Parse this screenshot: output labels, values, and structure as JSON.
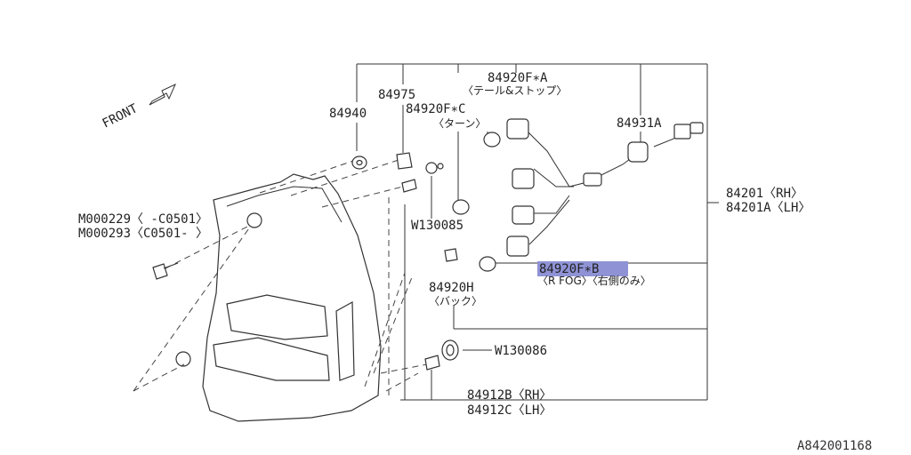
{
  "diagram": {
    "front_label": "FRONT",
    "code": "A842001168",
    "colors": {
      "highlight": "#8f93d6",
      "ink": "#222222"
    },
    "callouts": {
      "p84940": "84940",
      "p84975": "84975",
      "p84920FA": "84920F∗A",
      "p84920FA_note": "〈テール&ストップ〉",
      "p84920FC": "84920F∗C",
      "p84920FC_note": "〈ターン〉",
      "p84931A": "84931A",
      "p84201": "84201〈RH〉",
      "p84201A": "84201A〈LH〉",
      "m000229": "M000229〈 -C0501〉",
      "m000293": "M000293〈C0501- 〉",
      "w130085": "W130085",
      "p84920FB": "84920F∗B",
      "p84920FB_note": "〈R FOG〉〈右側のみ〉",
      "p84920H": "84920H",
      "p84920H_note": "〈バック〉",
      "w130086": "W130086",
      "p84912B": "84912B〈RH〉",
      "p84912C": "84912C〈LH〉"
    }
  }
}
